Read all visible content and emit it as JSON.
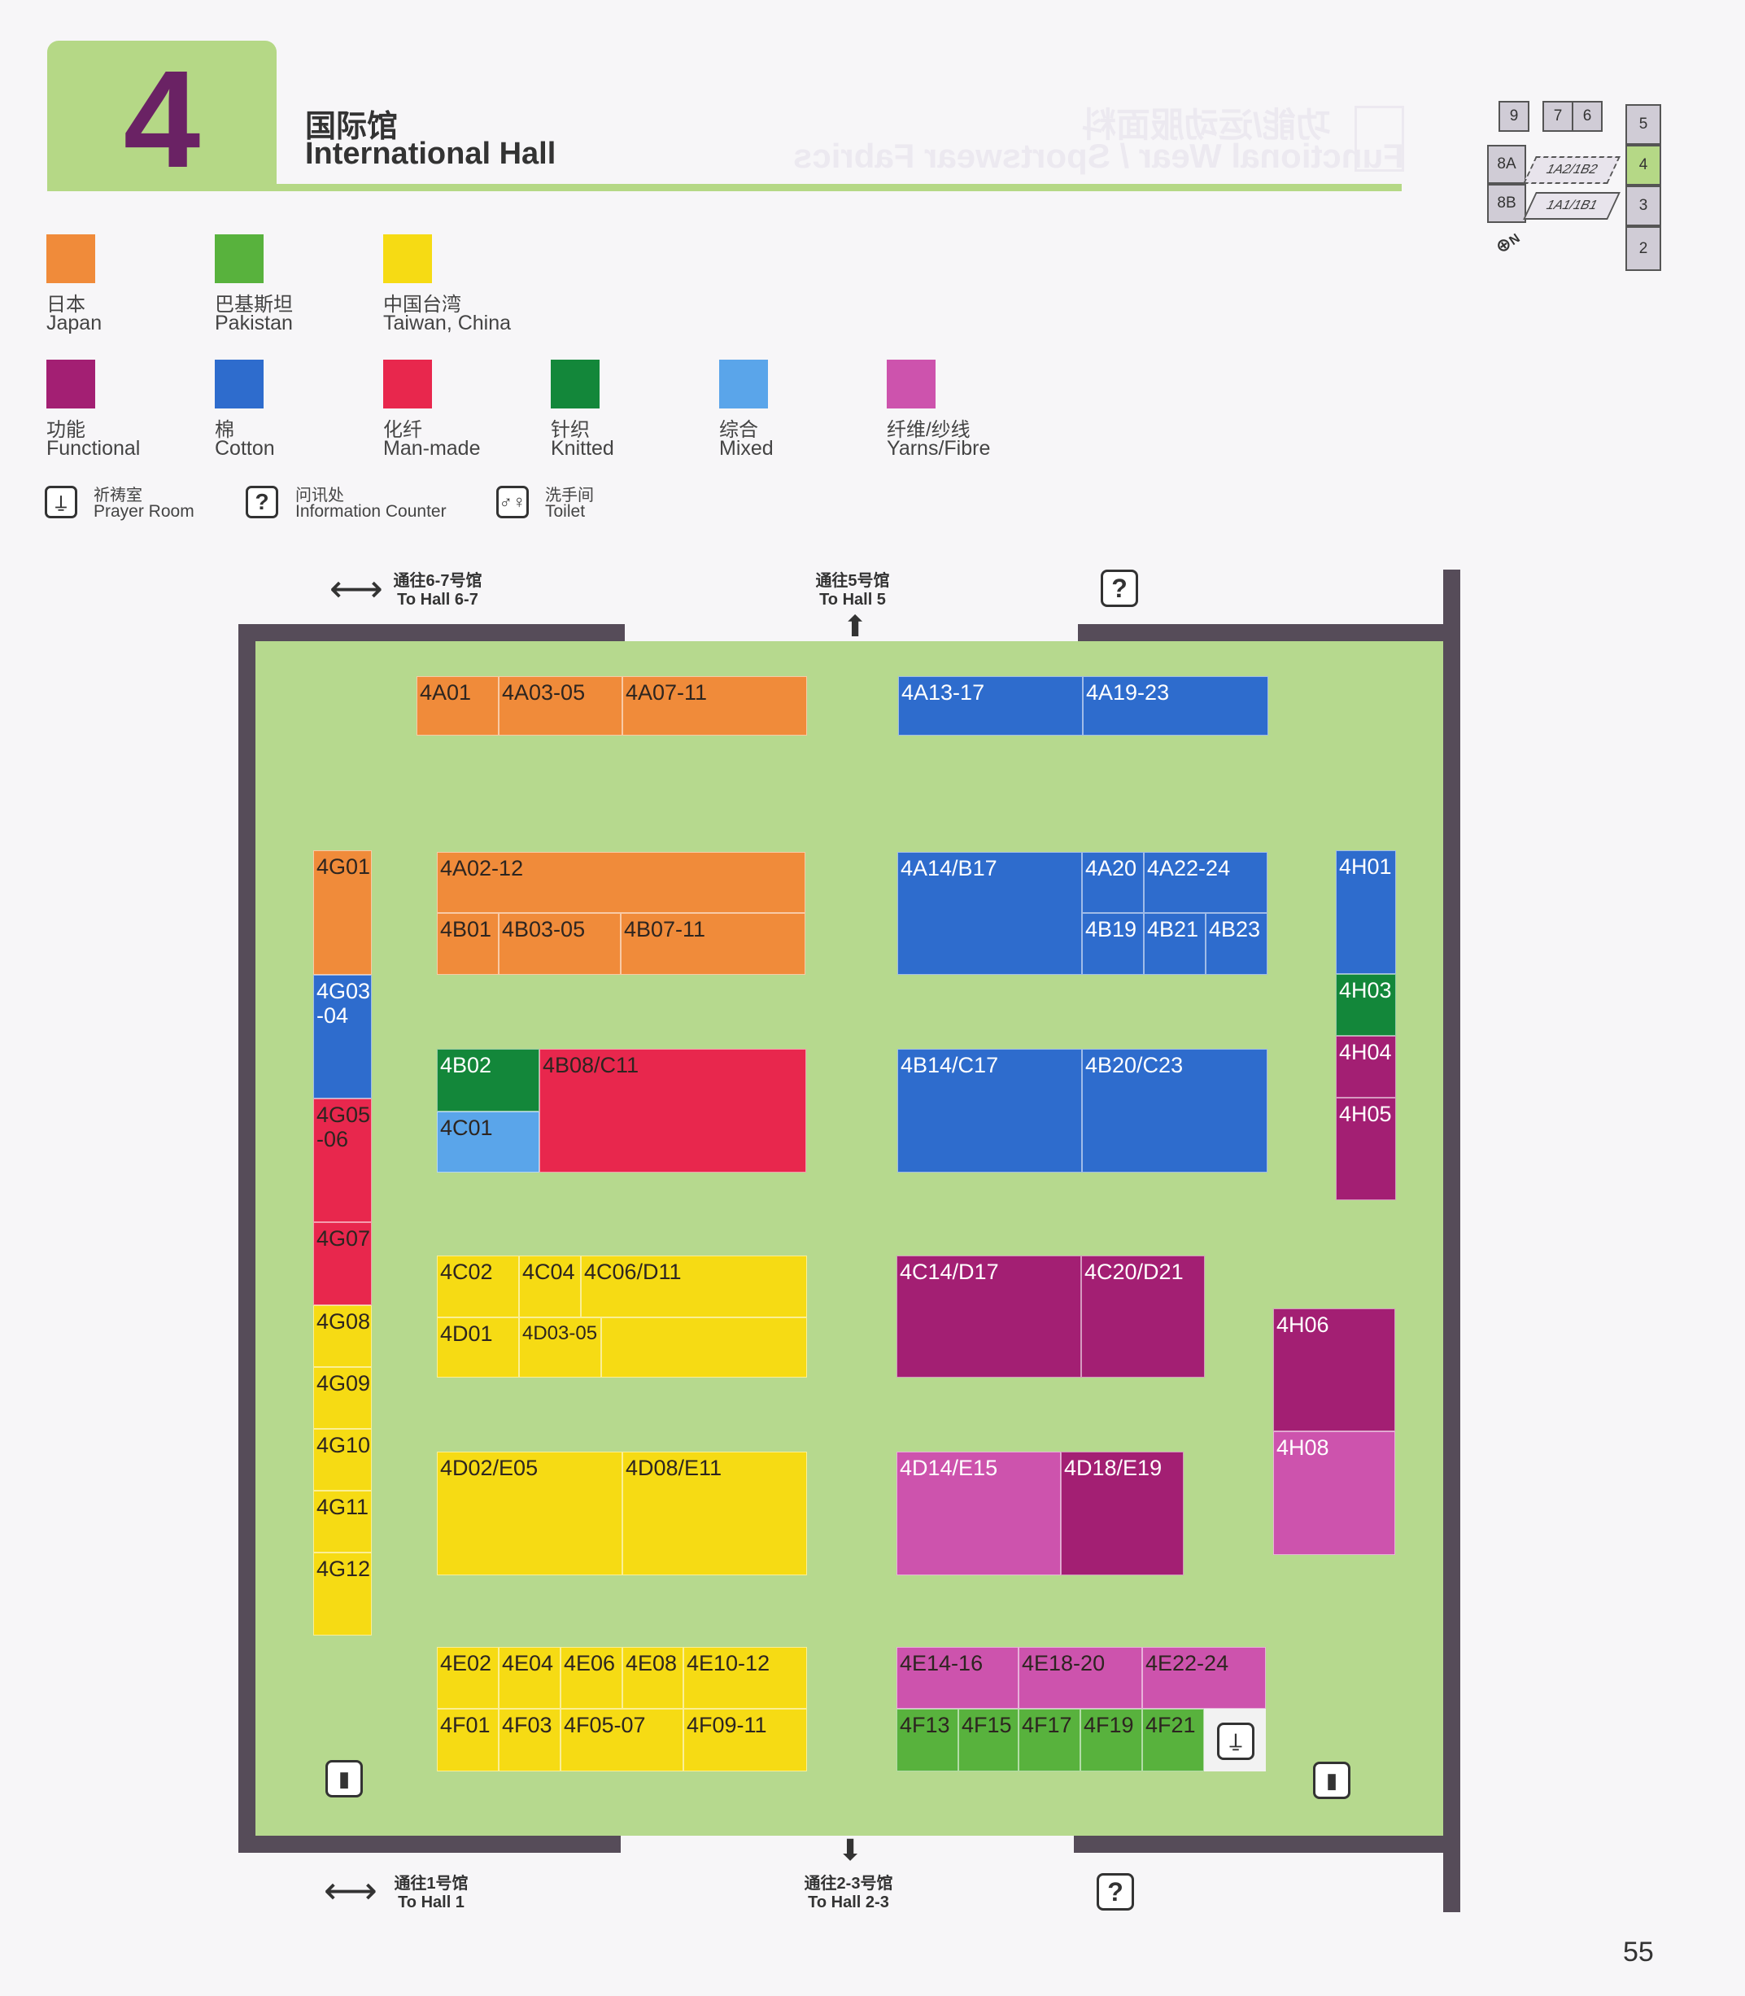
{
  "header": {
    "hall_number": "4",
    "title_cn": "国际馆",
    "title_en": "International Hall"
  },
  "legend": [
    {
      "cn": "日本",
      "en": "Japan",
      "color": "#f08b3a"
    },
    {
      "cn": "巴基斯坦",
      "en": "Pakistan",
      "color": "#58b23d"
    },
    {
      "cn": "中国台湾",
      "en": "Taiwan, China",
      "color": "#f6db14"
    },
    {
      "cn": "功能",
      "en": "Functional",
      "color": "#a31f73"
    },
    {
      "cn": "棉",
      "en": "Cotton",
      "color": "#2e6ccd"
    },
    {
      "cn": "化纤",
      "en": "Man-made",
      "color": "#e8274d"
    },
    {
      "cn": "针织",
      "en": "Knitted",
      "color": "#13873a"
    },
    {
      "cn": "综合",
      "en": "Mixed",
      "color": "#5aa5ea"
    },
    {
      "cn": "纤维/纱线",
      "en": "Yarns/Fibre",
      "color": "#cd53ad"
    }
  ],
  "facilities": [
    {
      "icon": "prayer-room-icon",
      "cn": "祈祷室",
      "en": "Prayer Room"
    },
    {
      "icon": "information-counter-icon",
      "glyph": "?",
      "cn": "问讯处",
      "en": "Information Counter"
    },
    {
      "icon": "toilet-icon",
      "cn": "洗手间",
      "en": "Toilet"
    }
  ],
  "locator": {
    "labels": [
      "9",
      "7",
      "6",
      "5",
      "8A",
      "4",
      "1A2",
      "1B2",
      "8B",
      "3",
      "1A1",
      "1B1",
      "2"
    ],
    "compass": "N"
  },
  "navigation": {
    "top_left": {
      "cn": "通往6-7号馆",
      "en": "To Hall 6-7"
    },
    "top_center": {
      "cn": "通往5号馆",
      "en": "To Hall 5"
    },
    "bottom_left": {
      "cn": "通往1号馆",
      "en": "To Hall 1"
    },
    "bottom_center": {
      "cn": "通往2-3号馆",
      "en": "To Hall 2-3"
    }
  },
  "booths": [
    "4A01",
    "4A03-05",
    "4A07-11",
    "4A13-17",
    "4A19-23",
    "4A02-12",
    "4B01",
    "4B03-05",
    "4B07-11",
    "4A14/B17",
    "4A20",
    "4A22-24",
    "4B19",
    "4B21",
    "4B23",
    "4G01",
    "4G03\n-04",
    "4G05\n-06",
    "4G07",
    "4G08",
    "4G09",
    "4G10",
    "4G11",
    "4G12",
    "4H01",
    "4H03",
    "4H04",
    "4H05",
    "4H06",
    "4H08",
    "4B02",
    "4B08/C11",
    "4C01",
    "4B14/C17",
    "4B20/C23",
    "4C02",
    "4C04",
    "4C06/D11",
    "4D01",
    "4D03-05",
    "4C14/D17",
    "4C20/D21",
    "4D02/E05",
    "4D08/E11",
    "4D14/E15",
    "4D18/E19",
    "4E02",
    "4E04",
    "4E06",
    "4E08",
    "4E10-12",
    "4F01",
    "4F03",
    "4F05-07",
    "4F09-11",
    "4E14-16",
    "4E18-20",
    "4E22-24",
    "4F13",
    "4F15",
    "4F17",
    "4F19",
    "4F21"
  ],
  "page_number": "55"
}
